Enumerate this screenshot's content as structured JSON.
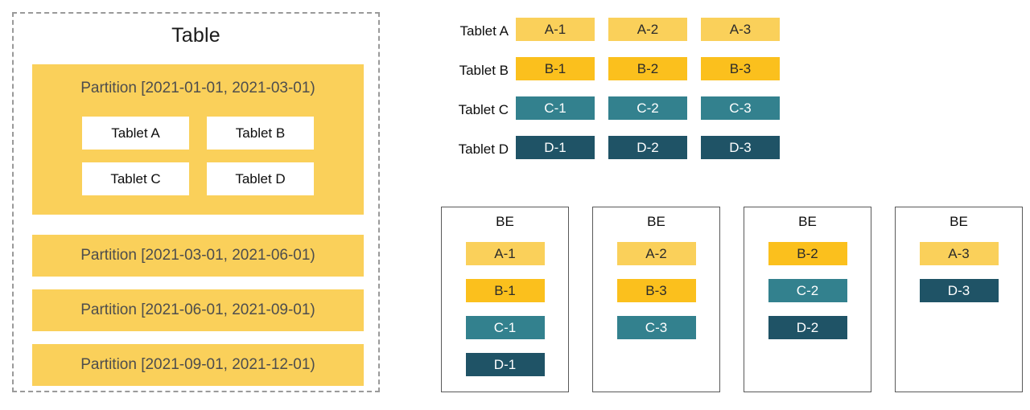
{
  "colors": {
    "tablet_a": "#fad05a",
    "tablet_b": "#fbc01d",
    "tablet_c": "#33818e",
    "tablet_d": "#1f5366",
    "partition_bg": "#fad05a",
    "table_border": "#9a9a9a",
    "be_border": "#595959"
  },
  "table": {
    "title": "Table",
    "partitions": [
      {
        "label": "Partition [2021-01-01, 2021-03-01)",
        "tablets": [
          "Tablet A",
          "Tablet B",
          "Tablet C",
          "Tablet D"
        ]
      },
      {
        "label": "Partition [2021-03-01, 2021-06-01)",
        "tablets": []
      },
      {
        "label": "Partition [2021-06-01, 2021-09-01)",
        "tablets": []
      },
      {
        "label": "Partition [2021-09-01, 2021-12-01)",
        "tablets": []
      }
    ]
  },
  "replica_grid": {
    "rows": [
      {
        "label": "Tablet A",
        "role": "a",
        "replicas": [
          "A-1",
          "A-2",
          "A-3"
        ]
      },
      {
        "label": "Tablet B",
        "role": "b",
        "replicas": [
          "B-1",
          "B-2",
          "B-3"
        ]
      },
      {
        "label": "Tablet C",
        "role": "c",
        "replicas": [
          "C-1",
          "C-2",
          "C-3"
        ]
      },
      {
        "label": "Tablet D",
        "role": "d",
        "replicas": [
          "D-1",
          "D-2",
          "D-3"
        ]
      }
    ]
  },
  "backends": [
    {
      "title": "BE",
      "items": [
        {
          "label": "A-1",
          "role": "a"
        },
        {
          "label": "B-1",
          "role": "b"
        },
        {
          "label": "C-1",
          "role": "c"
        },
        {
          "label": "D-1",
          "role": "d"
        }
      ]
    },
    {
      "title": "BE",
      "items": [
        {
          "label": "A-2",
          "role": "a"
        },
        {
          "label": "B-3",
          "role": "b"
        },
        {
          "label": "C-3",
          "role": "c"
        }
      ]
    },
    {
      "title": "BE",
      "items": [
        {
          "label": "B-2",
          "role": "b"
        },
        {
          "label": "C-2",
          "role": "c"
        },
        {
          "label": "D-2",
          "role": "d"
        }
      ]
    },
    {
      "title": "BE",
      "items": [
        {
          "label": "A-3",
          "role": "a"
        },
        {
          "label": "D-3",
          "role": "d"
        }
      ]
    }
  ]
}
